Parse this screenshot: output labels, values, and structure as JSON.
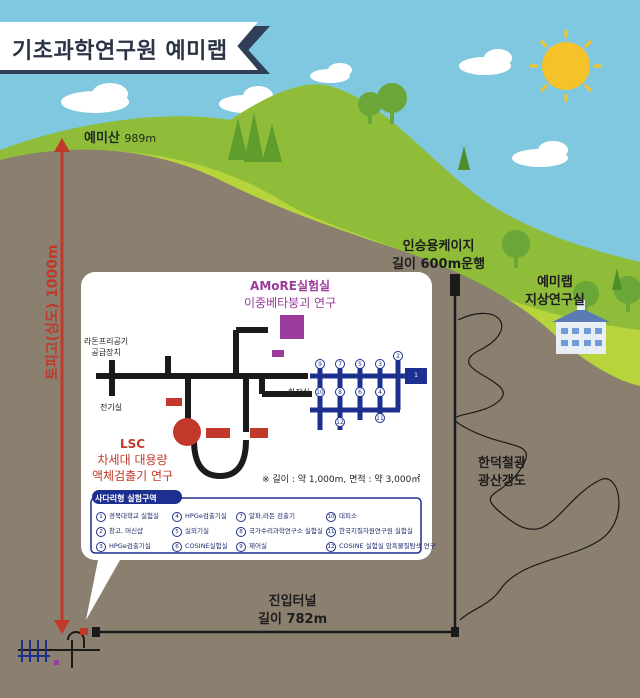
{
  "title": "기초과학연구원 예미랩",
  "mountain": {
    "name": "예미산",
    "height": "989m"
  },
  "depth_label": "토피고(심도) 1000m",
  "cable_car": {
    "line1": "인승용케이지",
    "line2": "길이 600m운행"
  },
  "ground_lab": {
    "line1": "예미랩",
    "line2": "지상연구실"
  },
  "mine": {
    "line1": "한덕철광",
    "line2": "광산갱도"
  },
  "tunnel": {
    "line1": "진입터널",
    "line2": "길이 782m"
  },
  "amore": {
    "title": "AMoRE실험실",
    "desc": "이중베타붕괴 연구"
  },
  "lsc": {
    "title": "LSC",
    "line1": "차세대 대용량",
    "line2": "액체검출기 연구"
  },
  "radon": {
    "line1": "라돈프리공기",
    "line2": "공급장치"
  },
  "electric_room": "전기실",
  "restroom": "화장실",
  "spec": "※ 길이 : 약 1,000m, 면적 : 약 3,000㎡",
  "legend": {
    "title": "사다리형 실험구역",
    "items": [
      {
        "num": "1",
        "text": "경북대학교 실험실"
      },
      {
        "num": "2",
        "text": "창고, 머신샵"
      },
      {
        "num": "3",
        "text": "HPGe검출기실"
      },
      {
        "num": "4",
        "text": "HPGe검출기실"
      },
      {
        "num": "5",
        "text": "실외기실"
      },
      {
        "num": "6",
        "text": "COSINE실험실"
      },
      {
        "num": "7",
        "text": "알파,라돈 검출기"
      },
      {
        "num": "8",
        "text": "국가수리과학연구소 실험실"
      },
      {
        "num": "9",
        "text": "제어실"
      },
      {
        "num": "10",
        "text": "대피소"
      },
      {
        "num": "11",
        "text": "한국지질자원연구원 실험실"
      },
      {
        "num": "12",
        "text": "COSINE 실험실 암흑물질탐색 연구"
      }
    ]
  },
  "map_numbers": [
    "9",
    "7",
    "5",
    "3",
    "2",
    "1",
    "10",
    "8",
    "6",
    "4",
    "12",
    "11"
  ],
  "colors": {
    "sky": "#7fc8df",
    "hill_light": "#b8d43c",
    "hill_dark": "#8fbd3a",
    "rock": "#8b7f70",
    "sun": "#f5c22a",
    "tunnel_line": "#1a1a1a",
    "lab_blue": "#1d2f8f",
    "lab_red": "#c0392b",
    "amore_purple": "#9b3b9b"
  }
}
